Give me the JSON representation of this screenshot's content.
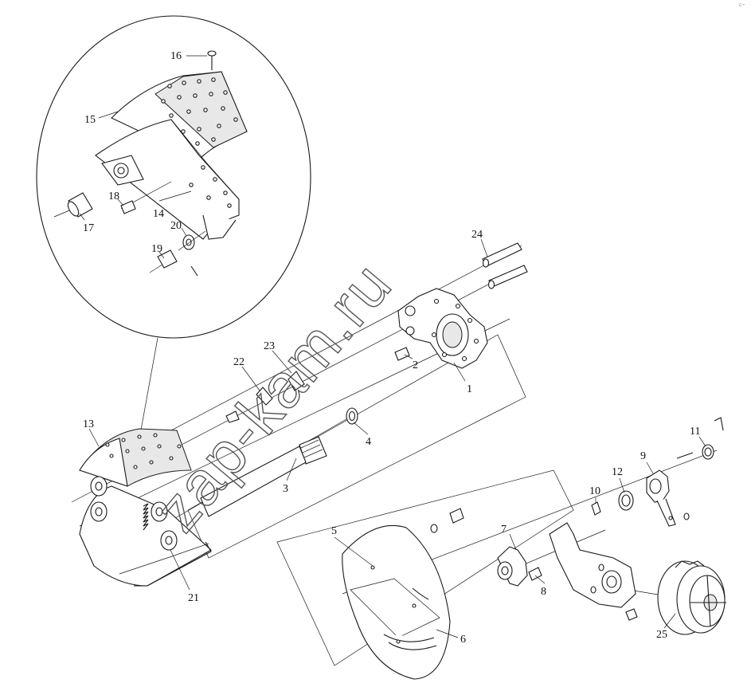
{
  "watermark": "zap-kam.ru",
  "corner_mark": "ᶜ⁻",
  "callouts": [
    {
      "id": "c1",
      "label": "1"
    },
    {
      "id": "c2",
      "label": "2"
    },
    {
      "id": "c3",
      "label": "3"
    },
    {
      "id": "c4",
      "label": "4"
    },
    {
      "id": "c5",
      "label": "5"
    },
    {
      "id": "c6",
      "label": "6"
    },
    {
      "id": "c7",
      "label": "7"
    },
    {
      "id": "c8",
      "label": "8"
    },
    {
      "id": "c9",
      "label": "9"
    },
    {
      "id": "c10",
      "label": "10"
    },
    {
      "id": "c11",
      "label": "11"
    },
    {
      "id": "c12",
      "label": "12"
    },
    {
      "id": "c13",
      "label": "13"
    },
    {
      "id": "c14",
      "label": "14"
    },
    {
      "id": "c15",
      "label": "15"
    },
    {
      "id": "c16",
      "label": "16"
    },
    {
      "id": "c17",
      "label": "17"
    },
    {
      "id": "c18",
      "label": "18"
    },
    {
      "id": "c19",
      "label": "19"
    },
    {
      "id": "c20",
      "label": "20"
    },
    {
      "id": "c21",
      "label": "21"
    },
    {
      "id": "c22",
      "label": "22"
    },
    {
      "id": "c23",
      "label": "23"
    },
    {
      "id": "c24",
      "label": "24"
    },
    {
      "id": "c25",
      "label": "25"
    }
  ]
}
